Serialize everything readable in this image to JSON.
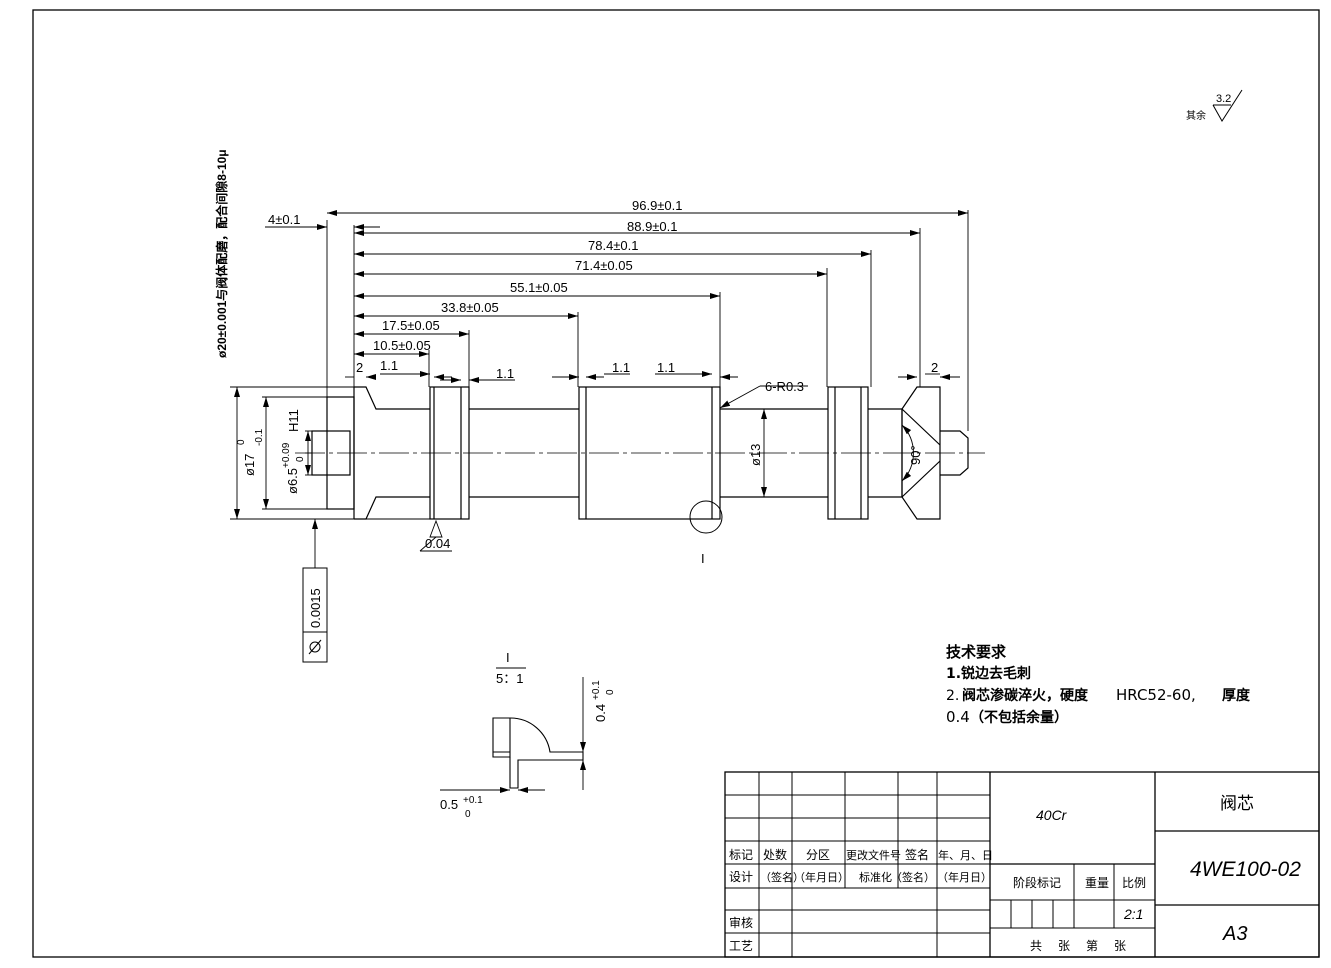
{
  "dimensions": {
    "d96": "96.9±0.1",
    "d88": "88.9±0.1",
    "d78": "78.4±0.1",
    "d71": "71.4±0.05",
    "d55": "55.1±0.05",
    "d33": "33.8±0.05",
    "d17": "17.5±0.05",
    "d10": "10.5±0.05",
    "d4": "4±0.1",
    "g2a": "2",
    "g11a": "1.1",
    "g11b": "1.1",
    "g11c": "1.1",
    "g11d": "1.1",
    "g2b": "2",
    "r": "6-R0.3",
    "dia13": "ø13",
    "dia17": "ø17",
    "dia17_tol_up": "0",
    "dia17_tol_lo": "-0.1",
    "dia65": "ø6.5",
    "dia65_tol_up": "+0.09",
    "dia65_tol_lo": "0",
    "dia65_fit": "H11",
    "angle": "90°",
    "runout": "0.04",
    "cyl_tol": "0.0015",
    "side_note": "ø20±0.001与阀体配磨，配合间隙8-10μ",
    "detail_ref": "I"
  },
  "detail": {
    "label": "I",
    "scale": "5：1",
    "h_val": "0.5",
    "h_up": "+0.1",
    "h_lo": "0",
    "v_val": "0.4",
    "v_up": "+0.1",
    "v_lo": "0"
  },
  "roughness": {
    "label": "其余",
    "value": "3.2"
  },
  "tech_req": {
    "title": "技术要求",
    "line1": "1.锐边去毛刺",
    "line2a": "2.",
    "line2b": "阀芯渗碳淬火，硬度",
    "line2c": "HRC52-60,",
    "line2d": "厚度",
    "line3a": "0.4",
    "line3b": "（不包括余量）"
  },
  "title_block": {
    "material": "40Cr",
    "part_name": "阀芯",
    "drawing_no": "4WE100-02",
    "sheet_size": "A3",
    "scale": "2:1",
    "h_mark": "标记",
    "h_count": "处数",
    "h_zone": "分区",
    "h_docno": "更改文件号",
    "h_sign": "签名",
    "h_date": "年、月、日",
    "design": "设计",
    "sign1": "（签名）",
    "date1": "（年月日）",
    "standard": "标准化",
    "sign2": "（签名）",
    "date2": "（年月日）",
    "stage": "阶段标记",
    "weight": "重量",
    "ratio": "比例",
    "review": "审核",
    "process": "工艺",
    "sheets": "共　张　第　张"
  }
}
